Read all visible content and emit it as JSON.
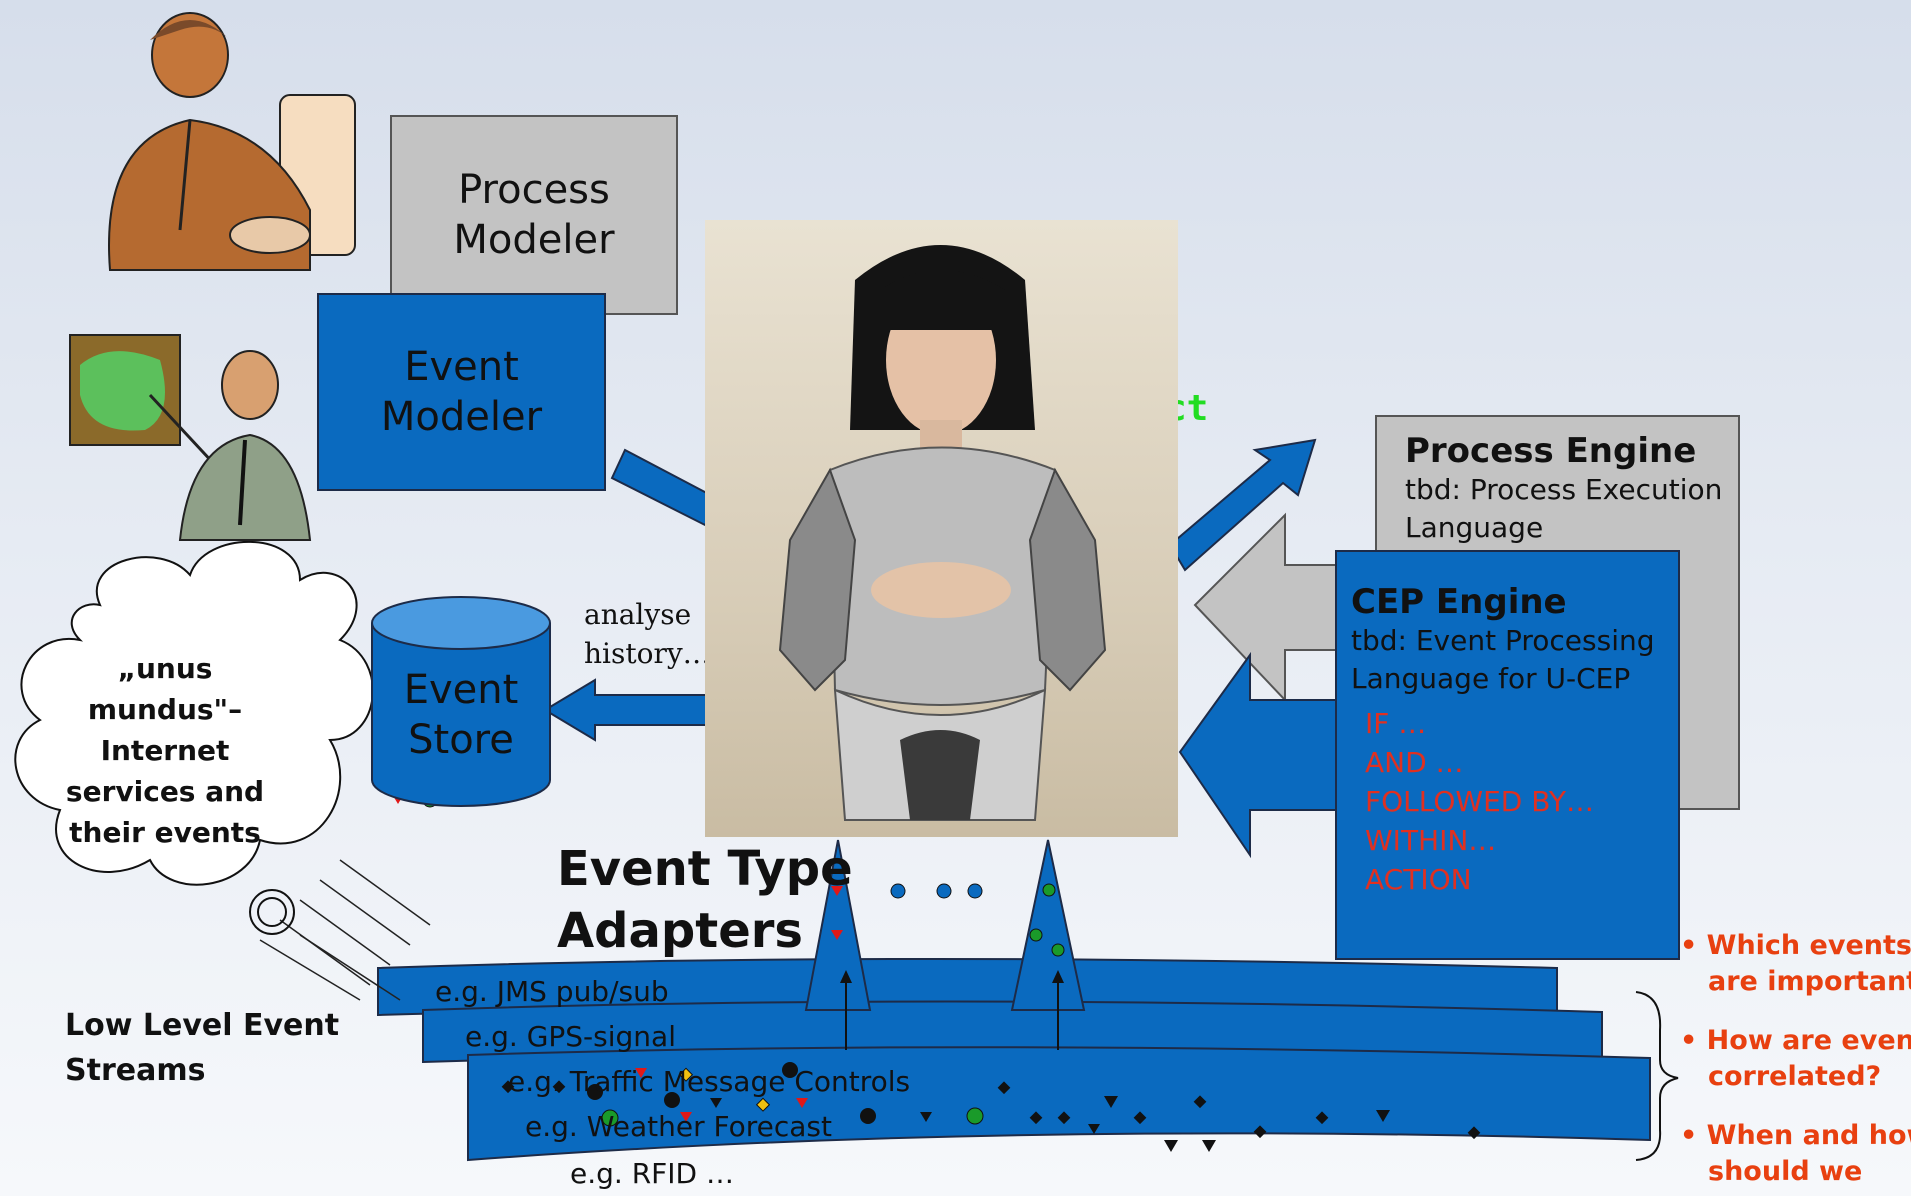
{
  "modelers": {
    "process": [
      "Process",
      "Modeler"
    ],
    "event": [
      "Event",
      "Modeler"
    ]
  },
  "cloud": {
    "lines": [
      "„unus",
      "mundus\"–",
      "Internet",
      "services and",
      "their events"
    ]
  },
  "event_store": {
    "lines": [
      "Event",
      "Store"
    ]
  },
  "analyse_label": {
    "lines": [
      "analyse",
      "history…"
    ]
  },
  "hidden_fragment": "ct",
  "process_engine": {
    "title": "Process Engine",
    "lines": [
      "tbd: Process Execution",
      "Language"
    ]
  },
  "cep_engine": {
    "title": "CEP Engine",
    "lines": [
      "tbd: Event Processing",
      "Language for U-CEP"
    ],
    "rules": [
      "IF …",
      "AND …",
      "FOLLOWED BY…",
      "WITHIN…",
      "ACTION"
    ]
  },
  "adapters_label": {
    "lines": [
      "Event Type",
      "Adapters"
    ]
  },
  "ellipsis": "• • •",
  "low_level": {
    "lines": [
      "Low Level Event",
      "Streams"
    ]
  },
  "streams": [
    "e.g. JMS pub/sub",
    "e.g. GPS-signal",
    "e.g. Traffic Message Controls",
    "e.g. Weather Forecast",
    "e.g. RFID …"
  ],
  "questions": [
    [
      "Which events",
      "are important?"
    ],
    [
      "How are events",
      "correlated?"
    ],
    [
      "When and how",
      "should we"
    ]
  ],
  "colors": {
    "blue": "#0a6abf",
    "gray": "#c3c3c3",
    "red_text": "#e03020",
    "question_text": "#e84010"
  }
}
